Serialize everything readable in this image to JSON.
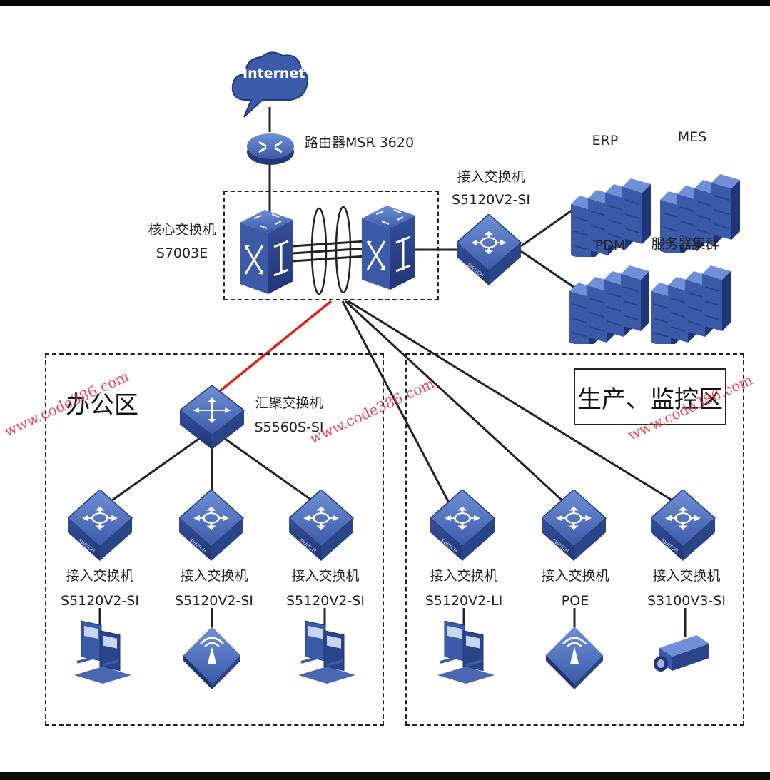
{
  "cloud": {
    "label": "Internet"
  },
  "router": {
    "label": "路由器MSR 3620"
  },
  "core": {
    "label_line1": "核心交换机",
    "label_line2": "S7003E"
  },
  "server_access": {
    "label_line1": "接入交换机",
    "label_line2": "S5120V2-SI"
  },
  "servers": {
    "erp": "ERP",
    "mes": "MES",
    "pdm": "PDM",
    "cluster": "服务器集群"
  },
  "office_zone": {
    "title": "办公区",
    "aggregation": {
      "label_line1": "汇聚交换机",
      "label_line2": "S5560S-SI"
    },
    "switches": [
      {
        "label_line1": "接入交换机",
        "label_line2": "S5120V2-SI",
        "endpoint": "pc-icon"
      },
      {
        "label_line1": "接入交换机",
        "label_line2": "S5120V2-SI",
        "endpoint": "wireless-ap-icon"
      },
      {
        "label_line1": "接入交换机",
        "label_line2": "S5120V2-SI",
        "endpoint": "pc-icon"
      }
    ]
  },
  "production_zone": {
    "title": "生产、监控区",
    "switches": [
      {
        "label_line1": "接入交换机",
        "label_line2": "S5120V2-LI",
        "endpoint": "pc-icon"
      },
      {
        "label_line1": "接入交换机",
        "label_line2": "POE",
        "endpoint": "wireless-ap-icon"
      },
      {
        "label_line1": "接入交换机",
        "label_line2": "S3100V3-SI",
        "endpoint": "camera-icon"
      }
    ]
  },
  "watermarks": [
    "www.code386.com",
    "www.code386.com",
    "www.code386.com"
  ],
  "colors": {
    "device": "#3b5ba8",
    "device_dark": "#22397a",
    "uplink_red": "#e0201b"
  }
}
